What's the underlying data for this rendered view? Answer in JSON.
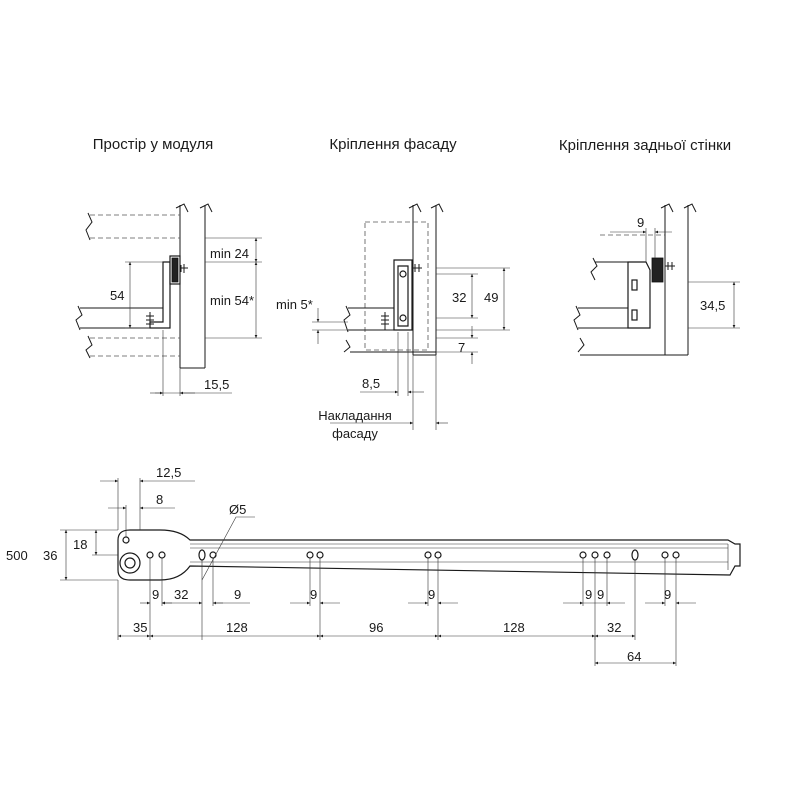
{
  "titles": {
    "module_space": "Простір у модуля",
    "facade_mount": "Кріплення фасаду",
    "back_mount": "Кріплення задньої стінки"
  },
  "view1": {
    "min24": "min 24",
    "min54": "min 54*",
    "d54": "54",
    "d15_5": "15,5"
  },
  "view2": {
    "min5": "min 5*",
    "d32": "32",
    "d49": "49",
    "d7": "7",
    "d8_5": "8,5",
    "overlay_line1": "Накладання",
    "overlay_line2": "фасаду"
  },
  "view3": {
    "d9": "9",
    "d34_5": "34,5"
  },
  "rail": {
    "len": "500",
    "h36": "36",
    "h18": "18",
    "d12_5": "12,5",
    "d8": "8",
    "dia5": "Ø5",
    "small": [
      "9",
      "32",
      "9",
      "9",
      "9",
      "9",
      "9",
      "9"
    ],
    "main": [
      "35",
      "128",
      "96",
      "128",
      "32"
    ],
    "d64": "64"
  }
}
